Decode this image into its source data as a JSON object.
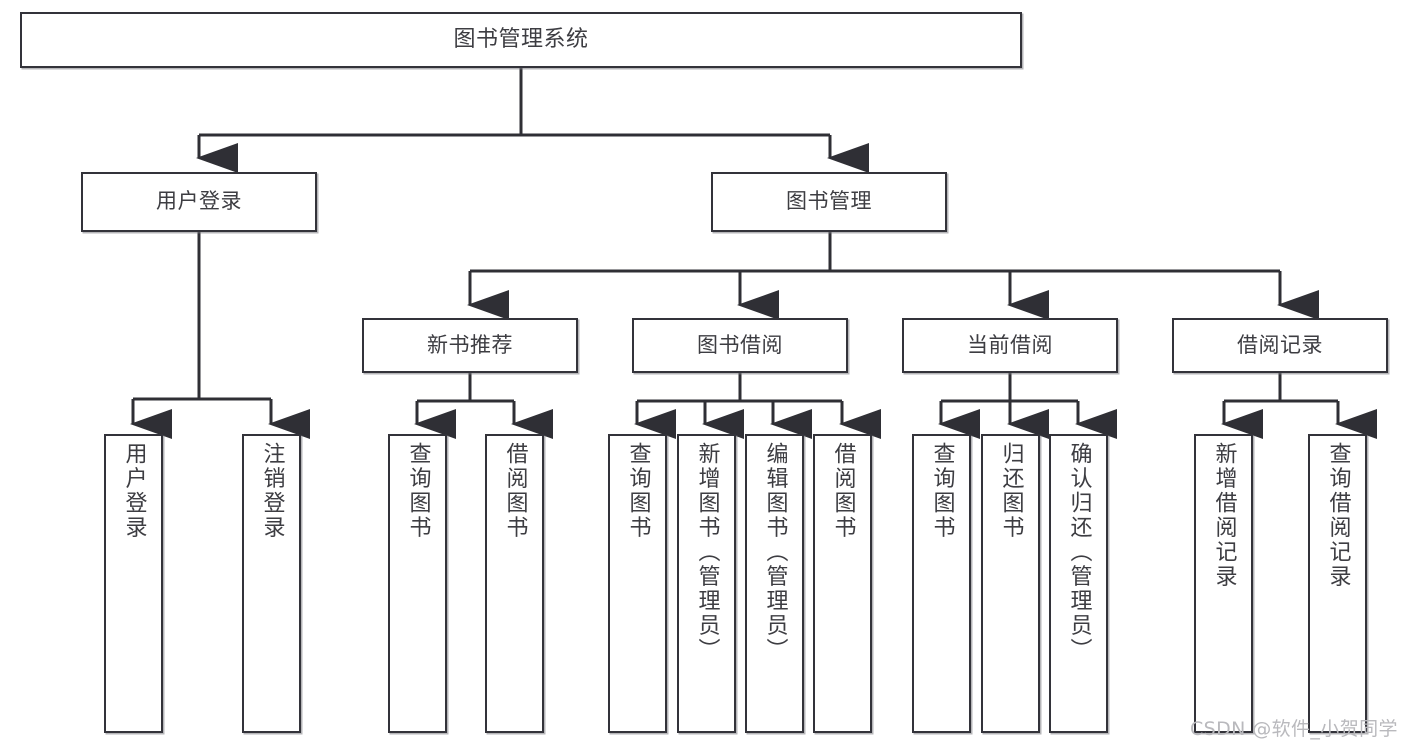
{
  "diagram": {
    "title": "图书管理系统",
    "orientation": "top-down",
    "levels": 4,
    "colors": {
      "box_border": "#33333a",
      "box_fill": "#ffffff",
      "edge": "#2f2f35",
      "text": "#3d3d42",
      "watermark": "#b9b9bd",
      "background": "#ffffff"
    },
    "root": {
      "label": "图书管理系统"
    },
    "level1": [
      {
        "label": "用户登录"
      },
      {
        "label": "图书管理"
      }
    ],
    "level2": [
      {
        "label": "新书推荐"
      },
      {
        "label": "图书借阅"
      },
      {
        "label": "当前借阅"
      },
      {
        "label": "借阅记录"
      }
    ],
    "leaves": {
      "user_login": [
        {
          "label": "用户登录"
        },
        {
          "label": "注销登录"
        }
      ],
      "new_book_recommend": [
        {
          "label": "查询图书"
        },
        {
          "label": "借阅图书"
        }
      ],
      "book_borrow": [
        {
          "label": "查询图书"
        },
        {
          "label": "新增图书（管理员）"
        },
        {
          "label": "编辑图书（管理员）"
        },
        {
          "label": "借阅图书"
        }
      ],
      "current_borrow": [
        {
          "label": "查询图书"
        },
        {
          "label": "归还图书"
        },
        {
          "label": "确认归还（管理员）"
        }
      ],
      "borrow_record": [
        {
          "label": "新增借阅记录"
        },
        {
          "label": "查询借阅记录"
        }
      ]
    }
  },
  "watermark": {
    "text": "CSDN @软件_小贺同学"
  }
}
